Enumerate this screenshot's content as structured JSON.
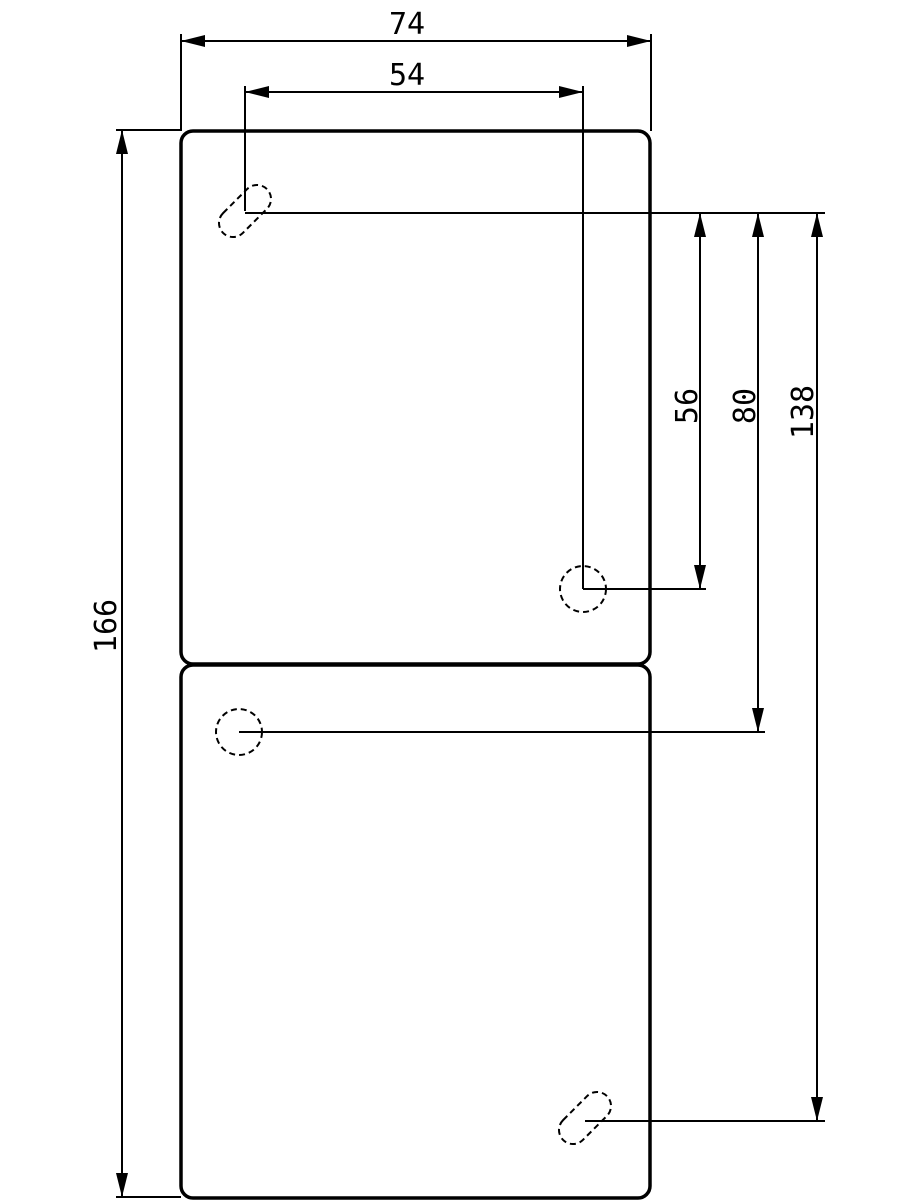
{
  "diagram": {
    "dimensions": {
      "overall_width": "74",
      "hole_spacing_x": "54",
      "overall_height": "166",
      "vertical_56": "56",
      "vertical_80": "80",
      "vertical_138": "138"
    },
    "colors": {
      "background": "#ffffff",
      "line": "#000000"
    }
  }
}
